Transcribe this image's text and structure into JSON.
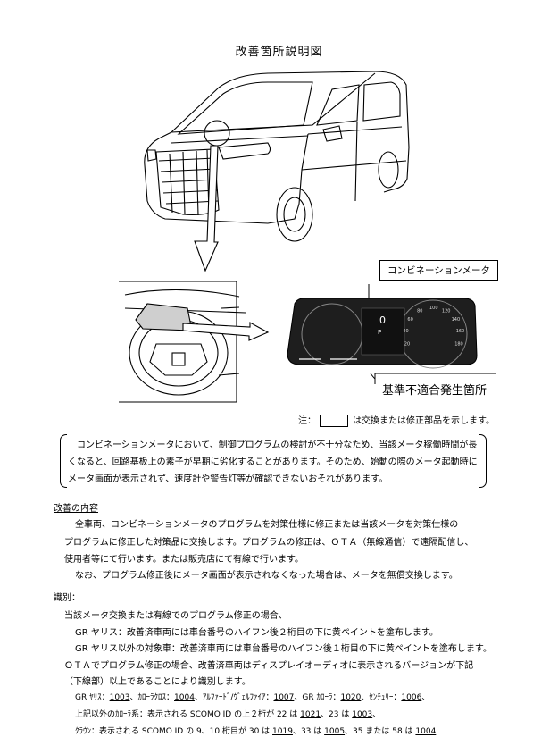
{
  "title": "改善箇所説明図",
  "callouts": {
    "meter_label": "コンビネーションメータ",
    "defect_label": "基準不適合発生箇所"
  },
  "meter_readouts": {
    "gear": "P",
    "big_digit": "0",
    "speed_ticks": [
      "20",
      "40",
      "60",
      "80",
      "100",
      "120",
      "140",
      "160",
      "180"
    ]
  },
  "note": {
    "prefix": "注：",
    "text": "は交換または修正部品を示します。"
  },
  "summary": "　コンビネーションメータにおいて、制御プログラムの検討が不十分なため、当該メータ稼働時間が長くなると、回路基板上の素子が早期に劣化することがあります。そのため、始動の際のメータ起動時にメータ画面が表示されず、速度計や警告灯等が確認できないおそれがあります。",
  "improvement": {
    "heading": "改善の内容",
    "lines": [
      "全車両、コンビネーションメータのプログラムを対策仕様に修正または当該メータを対策仕様の",
      "プログラムに修正した対策品に交換します。プログラムの修正は、ＯＴＡ（無線通信）で遠隔配信し、",
      "使用者等にて行います。または販売店にて有線で行います。",
      "なお、プログラム修正後にメータ画面が表示されなくなった場合は、メータを無償交換します。"
    ]
  },
  "identification": {
    "heading": "識別：",
    "lines": [
      "当該メータ交換または有線でのプログラム修正の場合、",
      "GR ヤリス：改善済車両には車台番号のハイフン後２桁目の下に黄ペイントを塗布します。",
      "GR ヤリス以外の対象車：改善済車両には車台番号のハイフン後１桁目の下に黄ペイントを塗布します。",
      "ＯＴＡでプログラム修正の場合、改善済車両はディスプレイオーディオに表示されるバージョンが下記",
      "（下線部）以上であることにより識別します。"
    ],
    "versions_row1": [
      {
        "label": "GR ﾔﾘｽ：",
        "code": "1003"
      },
      {
        "label": "、ｶﾛｰﾗｸﾛｽ：",
        "code": "1004"
      },
      {
        "label": "、ｱﾙﾌｧｰﾄﾞ/ｳﾞｪﾙﾌｧｲｱ：",
        "code": "1007"
      },
      {
        "label": "、GR ｶﾛｰﾗ：",
        "code": "1020"
      },
      {
        "label": "、ｾﾝﾁｭﾘｰ：",
        "code": "1006"
      },
      {
        "label": "、",
        "code": ""
      }
    ],
    "versions_row2": {
      "text": "上記以外のｶﾛｰﾗ系：表示される SCOMO ID の上２桁が 22 は ",
      "code1": "1021",
      "mid": "、23 は ",
      "code2": "1003",
      "tail": "、"
    },
    "versions_row3": {
      "text": "ｸﾗｳﾝ：表示される SCOMO ID の 9、10 桁目が 30 は ",
      "code1": "1019",
      "mid1": "、33 は ",
      "code2": "1005",
      "mid2": "、35 または 58 は ",
      "code3": "1004"
    }
  }
}
